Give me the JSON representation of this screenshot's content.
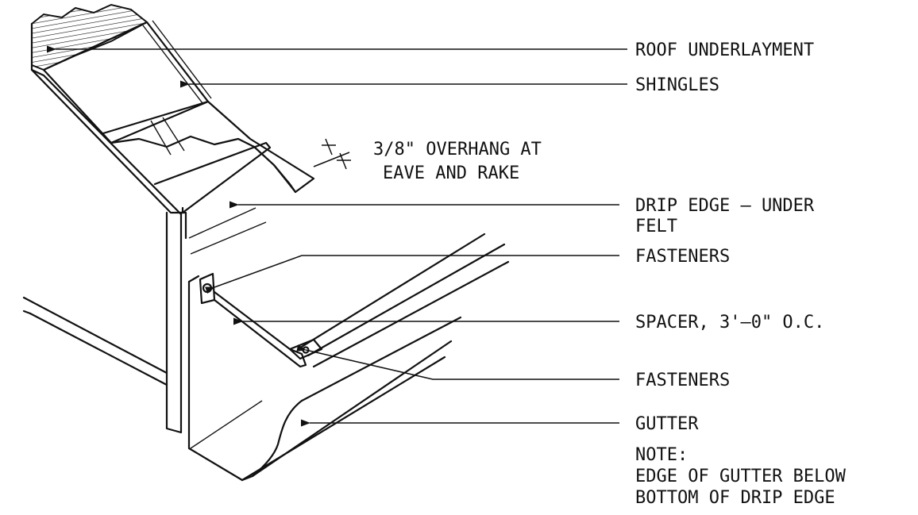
{
  "callouts": {
    "roof_underlayment": "ROOF UNDERLAYMENT",
    "shingles": "SHINGLES",
    "overhang_line1": "3/8\" OVERHANG AT",
    "overhang_line2": "EAVE AND RAKE",
    "drip_edge_line1": "DRIP EDGE — UNDER",
    "drip_edge_line2": "FELT",
    "fasteners_upper": "FASTENERS",
    "spacer": "SPACER, 3'—0\" O.C.",
    "fasteners_lower": "FASTENERS",
    "gutter": "GUTTER",
    "note_heading": "NOTE:",
    "note_line1": "EDGE OF GUTTER BELOW",
    "note_line2": "BOTTOM OF DRIP EDGE"
  },
  "colors": {
    "ink": "#111111",
    "paper": "#ffffff"
  }
}
